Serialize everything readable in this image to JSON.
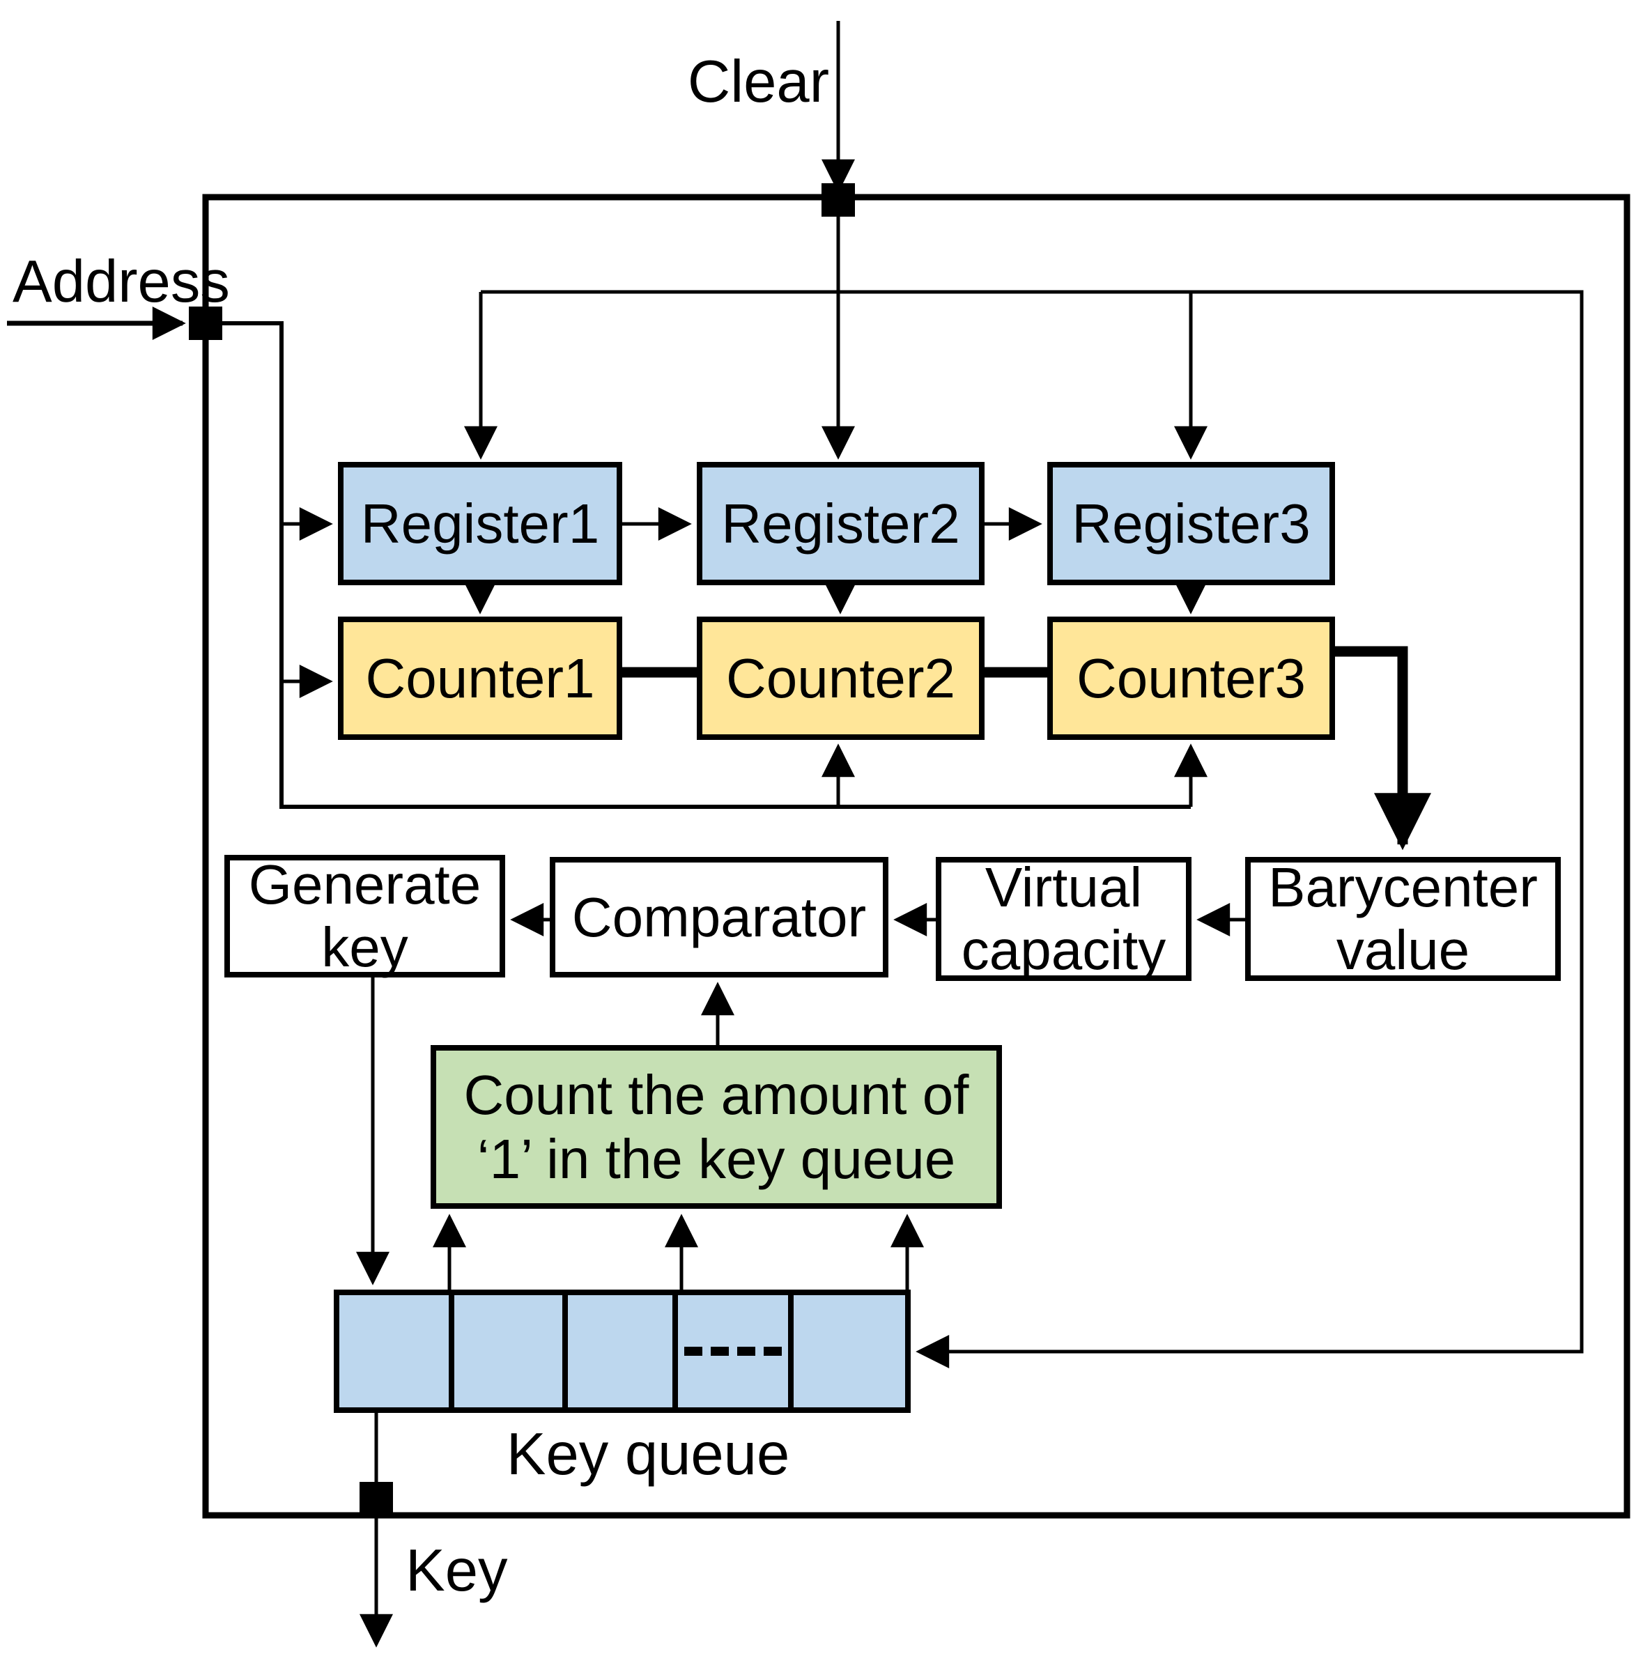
{
  "diagram": {
    "title_hint": "Key generation hardware block diagram",
    "external_labels": {
      "clear": "Clear",
      "address": "Address",
      "key": "Key"
    },
    "registers": [
      {
        "label": "Register1"
      },
      {
        "label": "Register2"
      },
      {
        "label": "Register3"
      }
    ],
    "counters": [
      {
        "label": "Counter1"
      },
      {
        "label": "Counter2"
      },
      {
        "label": "Counter3"
      }
    ],
    "process_boxes": {
      "generate_key": "Generate key",
      "comparator": "Comparator",
      "virtual_capacity": "Virtual capacity",
      "barycenter_value": "Barycenter value"
    },
    "count_box": {
      "line1": "Count the amount of",
      "line2": "‘1’ in the key queue"
    },
    "key_queue": {
      "label": "Key queue",
      "cell_count": 5,
      "ellipsis_cell_index": 3
    },
    "colors": {
      "register_fill": "#BDD7EE",
      "counter_fill": "#FFE699",
      "count_fill": "#C6E0B4",
      "queue_fill": "#BDD7EE",
      "process_fill": "#FFFFFF",
      "stroke": "#000000",
      "background": "#FFFFFF"
    }
  }
}
